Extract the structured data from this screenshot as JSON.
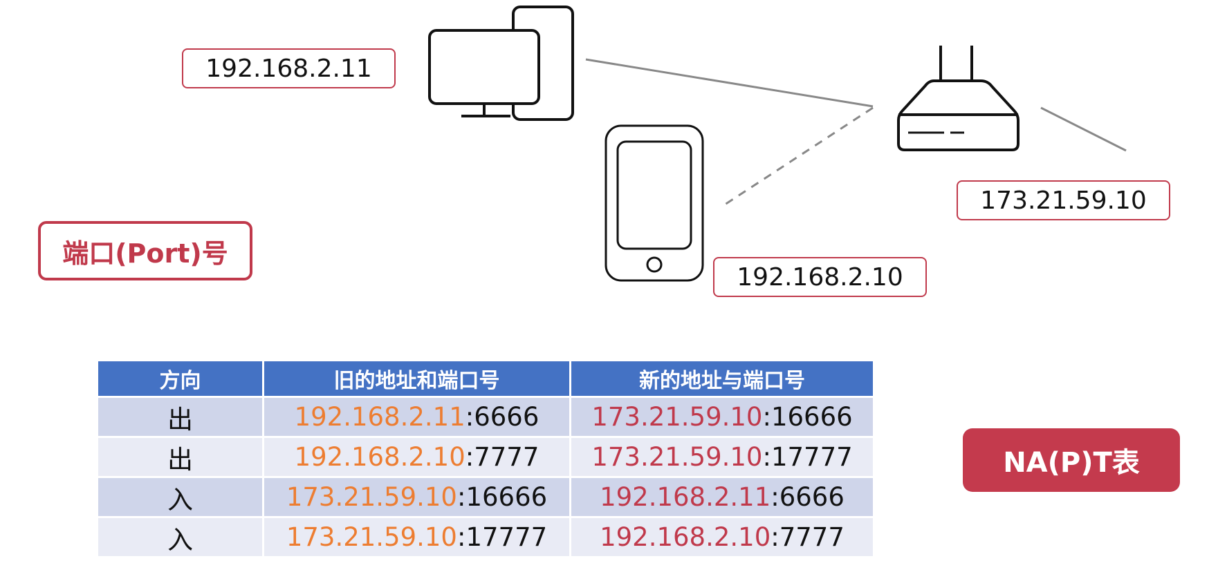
{
  "labels": {
    "pc_ip": "192.168.2.11",
    "phone_ip": "192.168.2.10",
    "router_ip": "173.21.59.10",
    "port_tag": "端口(Port)号",
    "napt_tag": "NA(P)T表"
  },
  "icons": [
    "desktop-pc-icon",
    "smartphone-icon",
    "router-icon"
  ],
  "colors": {
    "accent_red": "#c0394b",
    "old_ip_orange": "#ed7d31",
    "table_header_blue": "#4472c4",
    "row_dark": "#cfd5ea",
    "row_light": "#e9ebf5"
  },
  "table": {
    "headers": [
      "方向",
      "旧的地址和端口号",
      "新的地址与端口号"
    ],
    "rows": [
      {
        "direction": "出",
        "old_ip": "192.168.2.11",
        "old_port": ":6666",
        "new_ip": "173.21.59.10",
        "new_port": ":16666"
      },
      {
        "direction": "出",
        "old_ip": "192.168.2.10",
        "old_port": ":7777",
        "new_ip": "173.21.59.10",
        "new_port": ":17777"
      },
      {
        "direction": "入",
        "old_ip": "173.21.59.10",
        "old_port": ":16666",
        "new_ip": "192.168.2.11",
        "new_port": ":6666"
      },
      {
        "direction": "入",
        "old_ip": "173.21.59.10",
        "old_port": ":17777",
        "new_ip": "192.168.2.10",
        "new_port": ":7777"
      }
    ]
  }
}
